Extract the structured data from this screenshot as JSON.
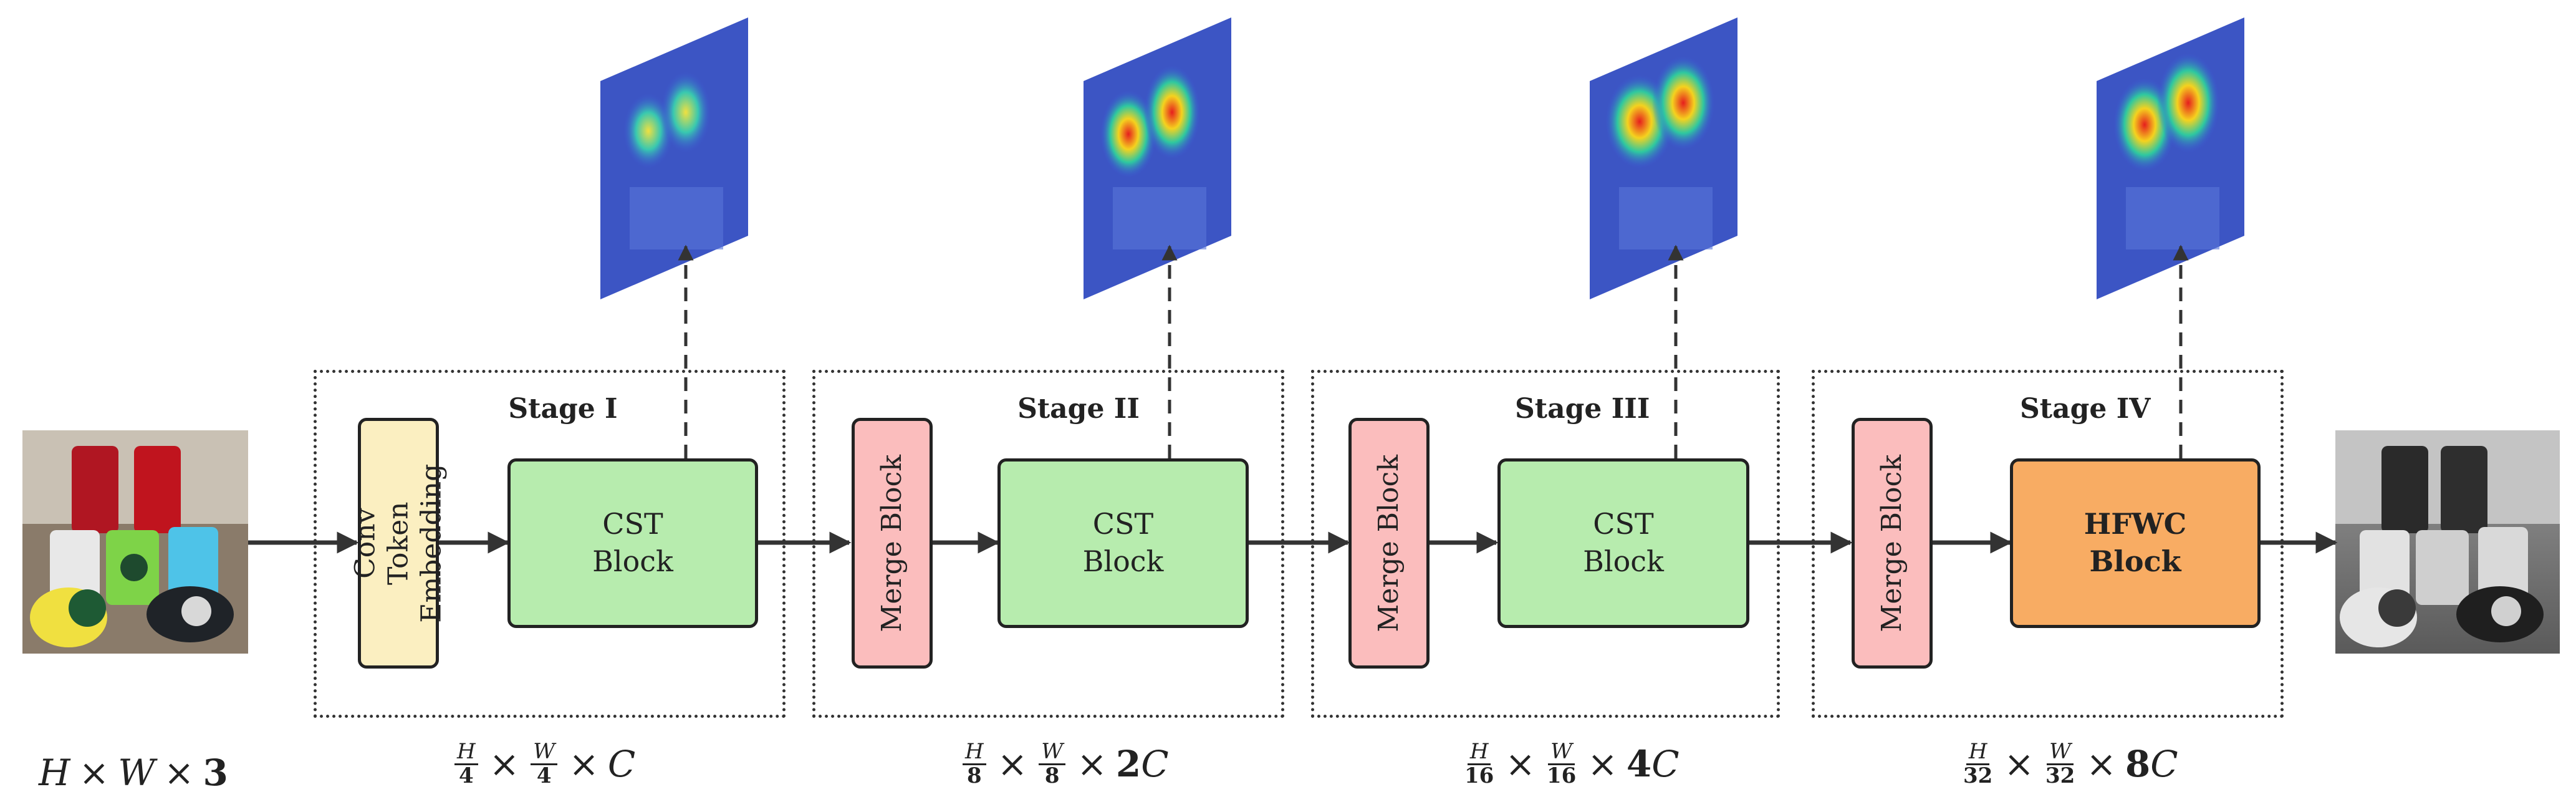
{
  "stages": [
    {
      "title": "Stage I",
      "first_block": "Conv Token Embedding",
      "main_block": "CST Block",
      "dims": {
        "h_num": "H",
        "h_den": "4",
        "w_num": "W",
        "w_den": "4",
        "c_coef": "",
        "c_sym": "C"
      }
    },
    {
      "title": "Stage II",
      "first_block": "Merge Block",
      "main_block": "CST Block",
      "dims": {
        "h_num": "H",
        "h_den": "8",
        "w_num": "W",
        "w_den": "8",
        "c_coef": "2",
        "c_sym": "C"
      }
    },
    {
      "title": "Stage III",
      "first_block": "Merge Block",
      "main_block": "CST Block",
      "dims": {
        "h_num": "H",
        "h_den": "16",
        "w_num": "W",
        "w_den": "16",
        "c_coef": "4",
        "c_sym": "C"
      }
    },
    {
      "title": "Stage IV",
      "first_block": "Merge Block",
      "main_block": "HFWC Block",
      "dims": {
        "h_num": "H",
        "h_den": "32",
        "w_num": "W",
        "w_den": "32",
        "c_coef": "8",
        "c_sym": "C"
      }
    }
  ],
  "input_dims": {
    "h": "H",
    "w": "W",
    "c": "3",
    "times": "×"
  },
  "colors": {
    "conv": "#fbefc1",
    "merge": "#fbbdbd",
    "cst": "#b7ecae",
    "hfwc": "#f8ac63",
    "arrow": "#333333"
  }
}
